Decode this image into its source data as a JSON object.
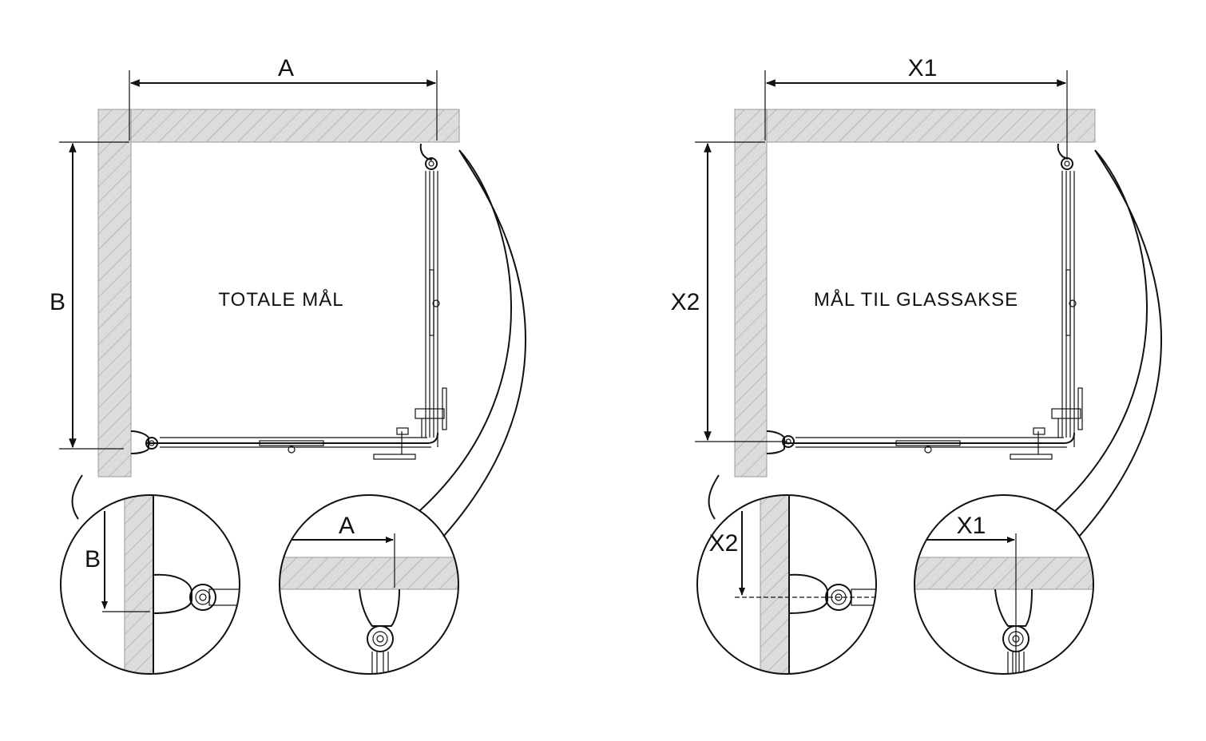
{
  "panels": [
    {
      "id": "total",
      "title": "TOTALE MÅL",
      "width_label": "A",
      "depth_label": "B",
      "detail_left_label": "B",
      "detail_right_label": "A"
    },
    {
      "id": "glass-axis",
      "title": "MÅL TIL GLASSAKSE",
      "width_label": "X1",
      "depth_label": "X2",
      "detail_left_label": "X2",
      "detail_right_label": "X1"
    }
  ],
  "colors": {
    "wall_fill": "#d9d9d9",
    "hatch_line": "#a8a8a8",
    "line": "#111111"
  }
}
